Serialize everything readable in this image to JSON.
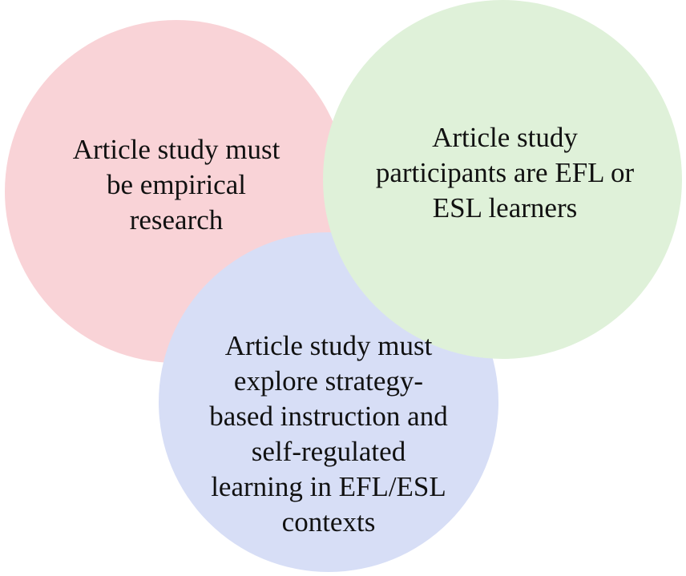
{
  "colors": {
    "red_circle": "#f9d3d7",
    "green_circle": "#dff1d9",
    "blue_circle": "#d7def6",
    "text": "#111111",
    "background": "#ffffff"
  },
  "circles": {
    "red": {
      "label": "Article study must\nbe empirical\nresearch"
    },
    "green": {
      "label": "Article study\nparticipants are EFL or\nESL learners"
    },
    "blue": {
      "label": "Article study must\nexplore strategy-\nbased instruction and\nself-regulated\nlearning in EFL/ESL\ncontexts"
    }
  }
}
